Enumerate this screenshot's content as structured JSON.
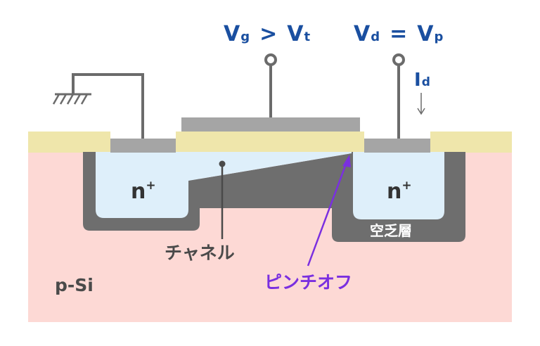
{
  "labels": {
    "gate_v_main": "V",
    "gate_v_sub": "g",
    "gate_relation": ">",
    "threshold_v_main": "V",
    "threshold_v_sub": "t",
    "drain_v_main": "V",
    "drain_v_sub": "d",
    "drain_relation": "=",
    "pinch_v_main": "V",
    "pinch_v_sub": "p",
    "drain_current_main": "I",
    "drain_current_sub": "d",
    "source_region": "n",
    "drain_region": "n",
    "doping_sup": "+",
    "depletion_layer": "空乏層",
    "channel": "チャネル",
    "pinch_off": "ピンチオフ",
    "substrate": "p-Si"
  },
  "colors": {
    "substrate": "#fdd9d5",
    "oxide": "#efe6ab",
    "metal": "#a5a5a5",
    "depletion": "#6e6e6e",
    "n_region": "#deeffa",
    "wire": "#6b6b6b",
    "voltage_text": "#1a4fa0",
    "label_text": "#4a4a4a",
    "pinch_text": "#7a2fe0",
    "depletion_text": "#ffffff"
  }
}
